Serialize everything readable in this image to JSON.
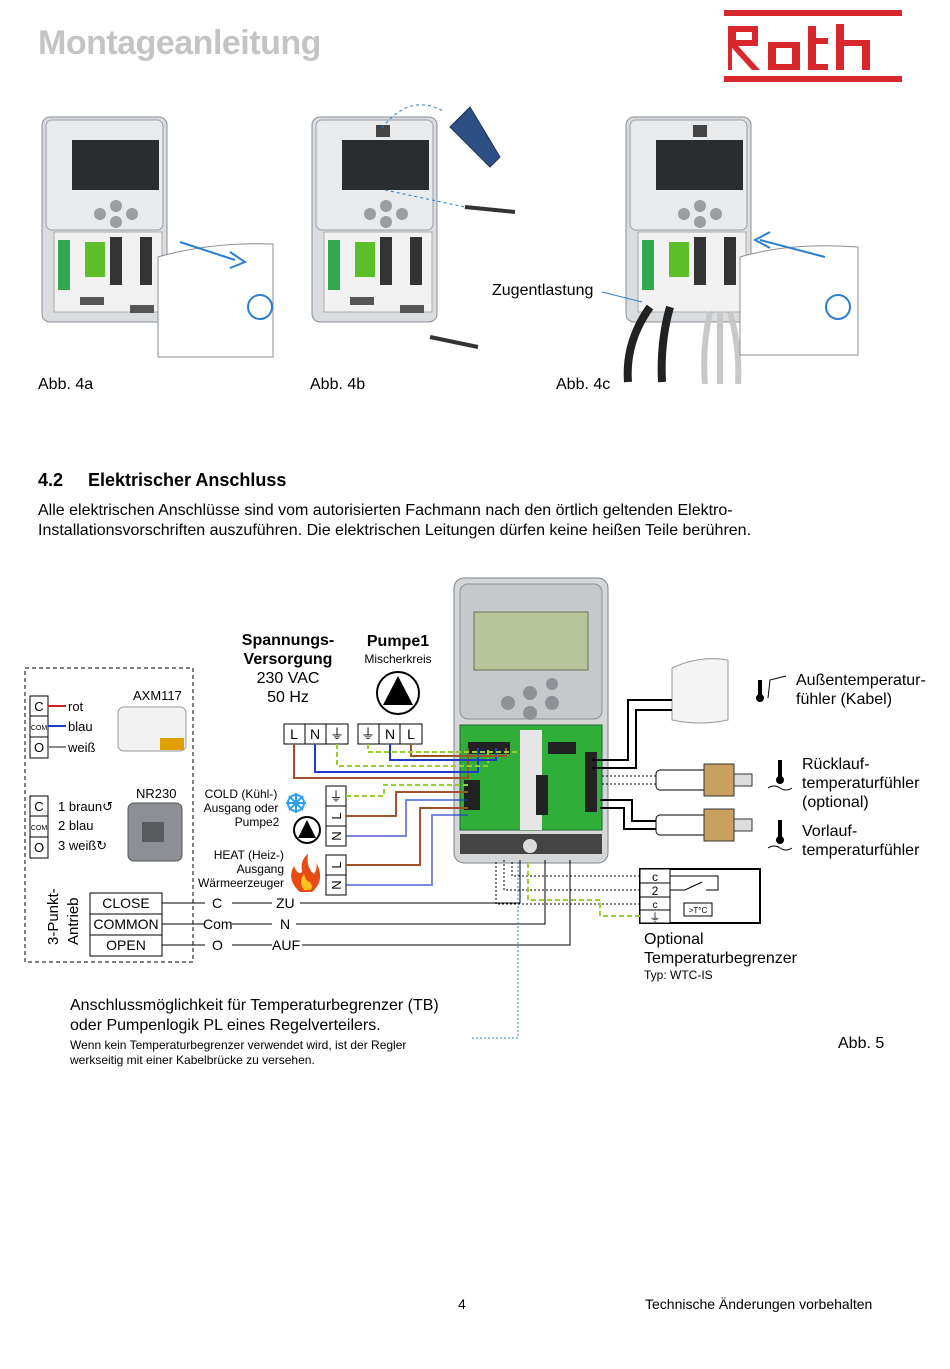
{
  "header": {
    "title": "Montageanleitung",
    "logo_text": "Roth",
    "logo_color": "#d8282e"
  },
  "figure_top": {
    "captions": [
      "Abb. 4a",
      "Abb. 4b",
      "Abb. 4c"
    ],
    "label_zugentlastung": "Zugentlastung"
  },
  "section": {
    "number": "4.2",
    "title": "Elektrischer Anschluss",
    "body_lines": [
      "Alle elektrischen Anschlüsse sind vom autorisierten Fachmann nach den örtlich geltenden Elektro-",
      "Installationsvorschriften auszuführen. Die elektrischen Leitungen dürfen keine heißen Teile berühren."
    ]
  },
  "wiring": {
    "supply_title_1": "Spannungs-",
    "supply_title_2": "Versorgung",
    "supply_voltage": "230 VAC",
    "supply_freq": "50 Hz",
    "pump_title": "Pumpe1",
    "pump_sub": "Mischerkreis",
    "supply_terminals": [
      "L",
      "N",
      "⏚"
    ],
    "pump_terminals": [
      "⏚",
      "N",
      "L"
    ],
    "axm_model": "AXM117",
    "axm_terminals": [
      "C",
      "COM",
      "O"
    ],
    "axm_wires": [
      "rot",
      "blau",
      "weiß"
    ],
    "nr_model": "NR230",
    "nr_terminals": [
      "C",
      "COM",
      "O"
    ],
    "nr_wires": [
      "1  braun↺",
      "2  blau",
      "3  weiß↻"
    ],
    "actuator_label_1": "3-Punkt-",
    "actuator_label_2": "Antrieb",
    "cold_lines": [
      "COLD (Kühl-)",
      "Ausgang oder",
      "Pumpe2"
    ],
    "heat_lines": [
      "HEAT (Heiz-)",
      "Ausgang",
      "Wärmeerzeuger"
    ],
    "cold_terminals": [
      "⏚",
      "L",
      "N"
    ],
    "heat_terminals": [
      "L",
      "N"
    ],
    "buttons": [
      "CLOSE",
      "COMMON",
      "OPEN"
    ],
    "button_codes": [
      "C",
      "Com",
      "O"
    ],
    "button_targets": [
      "ZU",
      "N",
      "AUF"
    ],
    "sensor_outdoor_1": "Außentemperatur-",
    "sensor_outdoor_2": "fühler (Kabel)",
    "sensor_return_1": "Rücklauf-",
    "sensor_return_2": "temperaturfühler",
    "sensor_return_3": "(optional)",
    "sensor_flow_1": "Vorlauf-",
    "sensor_flow_2": "temperaturfühler",
    "limiter_terminals": [
      "c",
      "2",
      "c",
      "⏚"
    ],
    "limiter_symbol": ">T°C",
    "limiter_1": "Optional",
    "limiter_2": "Temperaturbegrenzer",
    "limiter_type": "Typ: WTC-IS",
    "figure_caption": "Abb. 5",
    "colors": {
      "brown": "#a0522d",
      "blue": "#1e3cc8",
      "yellow_green": "#9acd32",
      "pcb_green": "#22a832"
    }
  },
  "note": {
    "line1": "Anschlussmöglichkeit für Temperaturbegrenzer (TB)",
    "line2": "oder Pumpenlogik PL eines Regelverteilers.",
    "small": "Wenn kein Temperaturbegrenzer verwendet wird, ist der Regler werkseitig mit einer Kabelbrücke zu versehen."
  },
  "footer": {
    "page_number": "4",
    "note": "Technische Änderungen vorbehalten"
  }
}
